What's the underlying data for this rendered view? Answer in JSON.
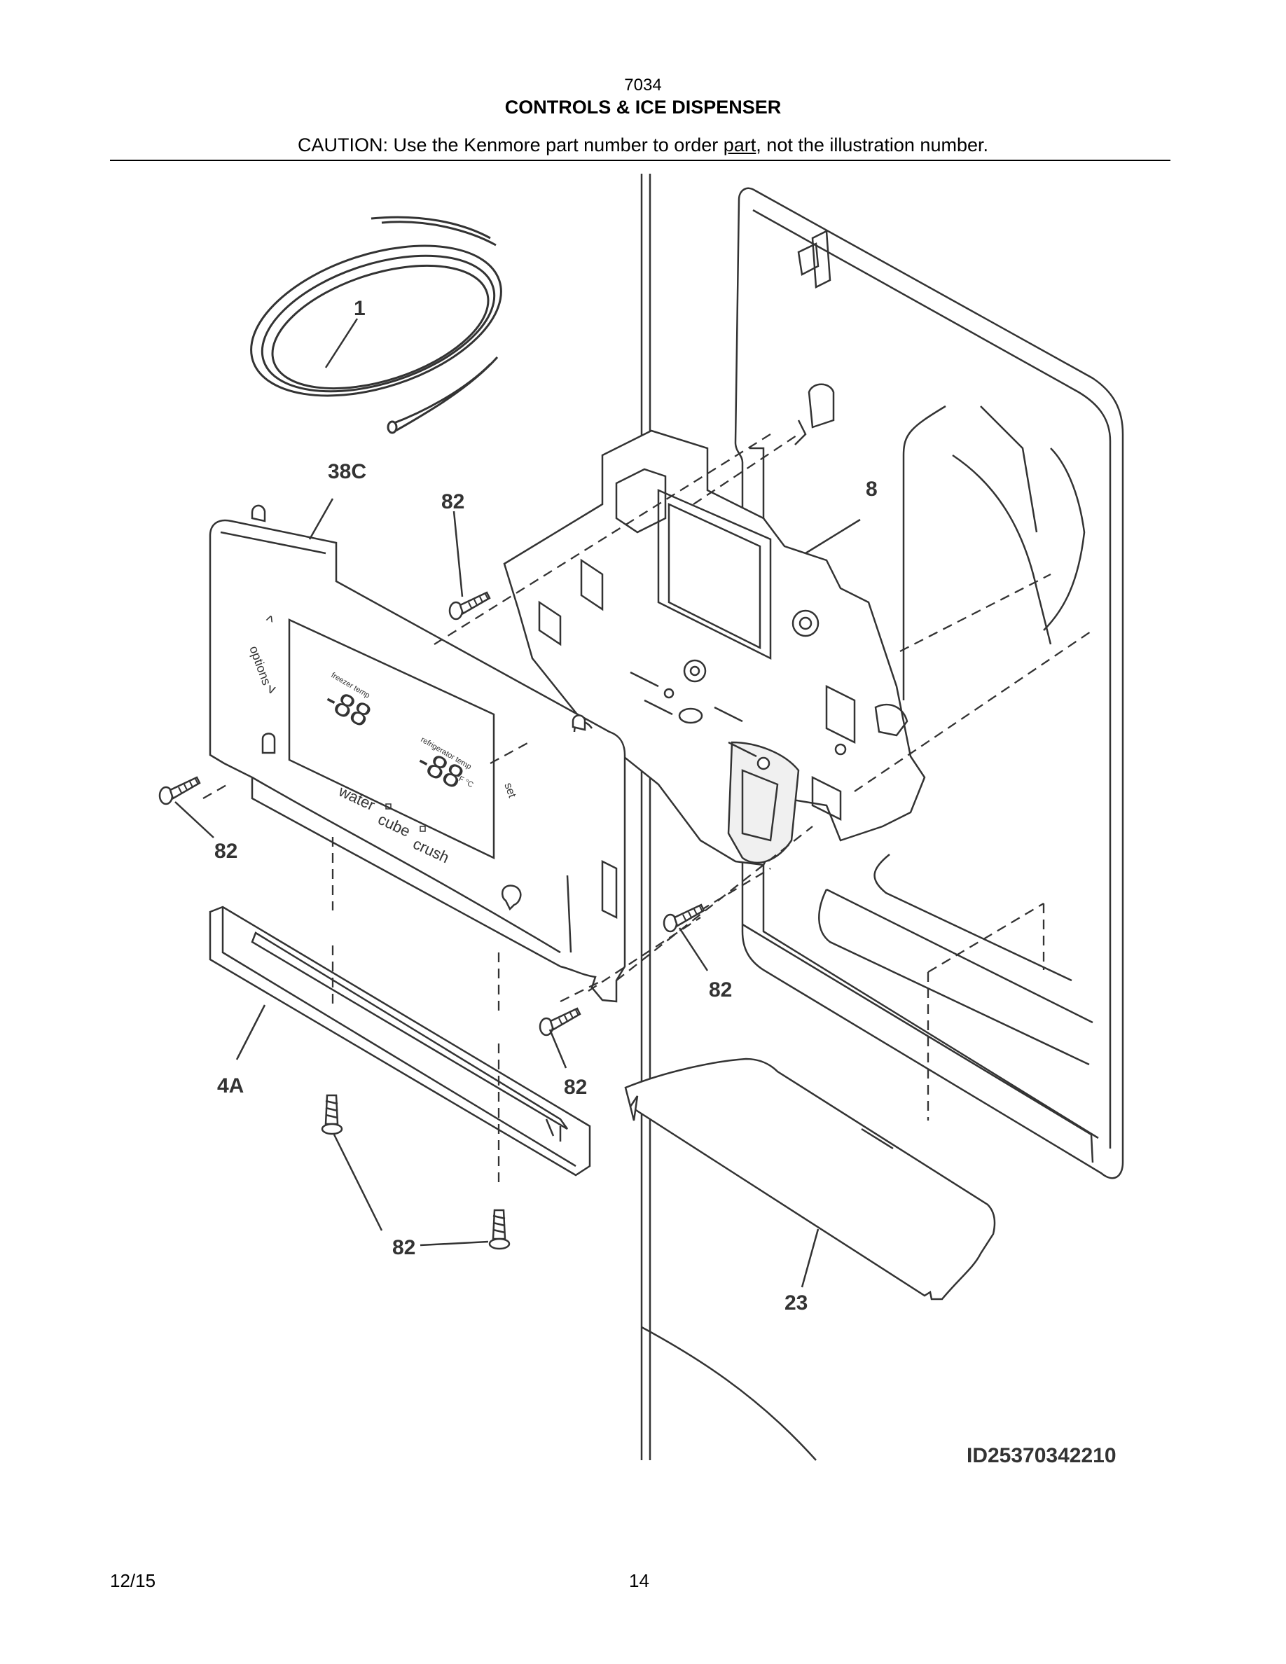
{
  "header": {
    "model_number": "7034",
    "section_title": "CONTROLS & ICE DISPENSER",
    "caution_prefix": "CAUTION: Use the Kenmore part number to order ",
    "caution_underlined": "part",
    "caution_suffix": ", not the illustration number."
  },
  "callouts": {
    "tubing": "1",
    "control_panel": "38C",
    "screw_top": "82",
    "dispenser_housing": "8",
    "screw_left": "82",
    "screw_right_upper": "82",
    "screw_right_lower": "82",
    "trim_strip": "4A",
    "screw_bottom": "82",
    "drip_tray": "23"
  },
  "control_panel_text": {
    "up": "^",
    "options": "options",
    "down": "v",
    "freezer_label": "freezer temp",
    "freezer_digits": "-88",
    "fridge_label": "refrigerator temp",
    "fridge_digits": "-88",
    "unit": "°F °C",
    "water": "water",
    "cube": "cube",
    "crush": "crush",
    "set": "set"
  },
  "diagram_id": "ID25370342210",
  "footer": {
    "date": "12/15",
    "page": "14"
  },
  "colors": {
    "line": "#333333",
    "fill": "#ffffff",
    "shade": "#e6e6e6"
  }
}
